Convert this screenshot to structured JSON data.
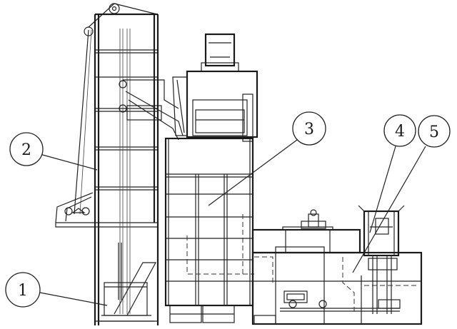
{
  "drawing": {
    "callouts": [
      {
        "id": "callout-1",
        "label": "1"
      },
      {
        "id": "callout-2",
        "label": "2"
      },
      {
        "id": "callout-3",
        "label": "3"
      },
      {
        "id": "callout-4",
        "label": "4"
      },
      {
        "id": "callout-5",
        "label": "5"
      }
    ]
  },
  "colors": {
    "line": "#222222",
    "background": "#ffffff"
  }
}
